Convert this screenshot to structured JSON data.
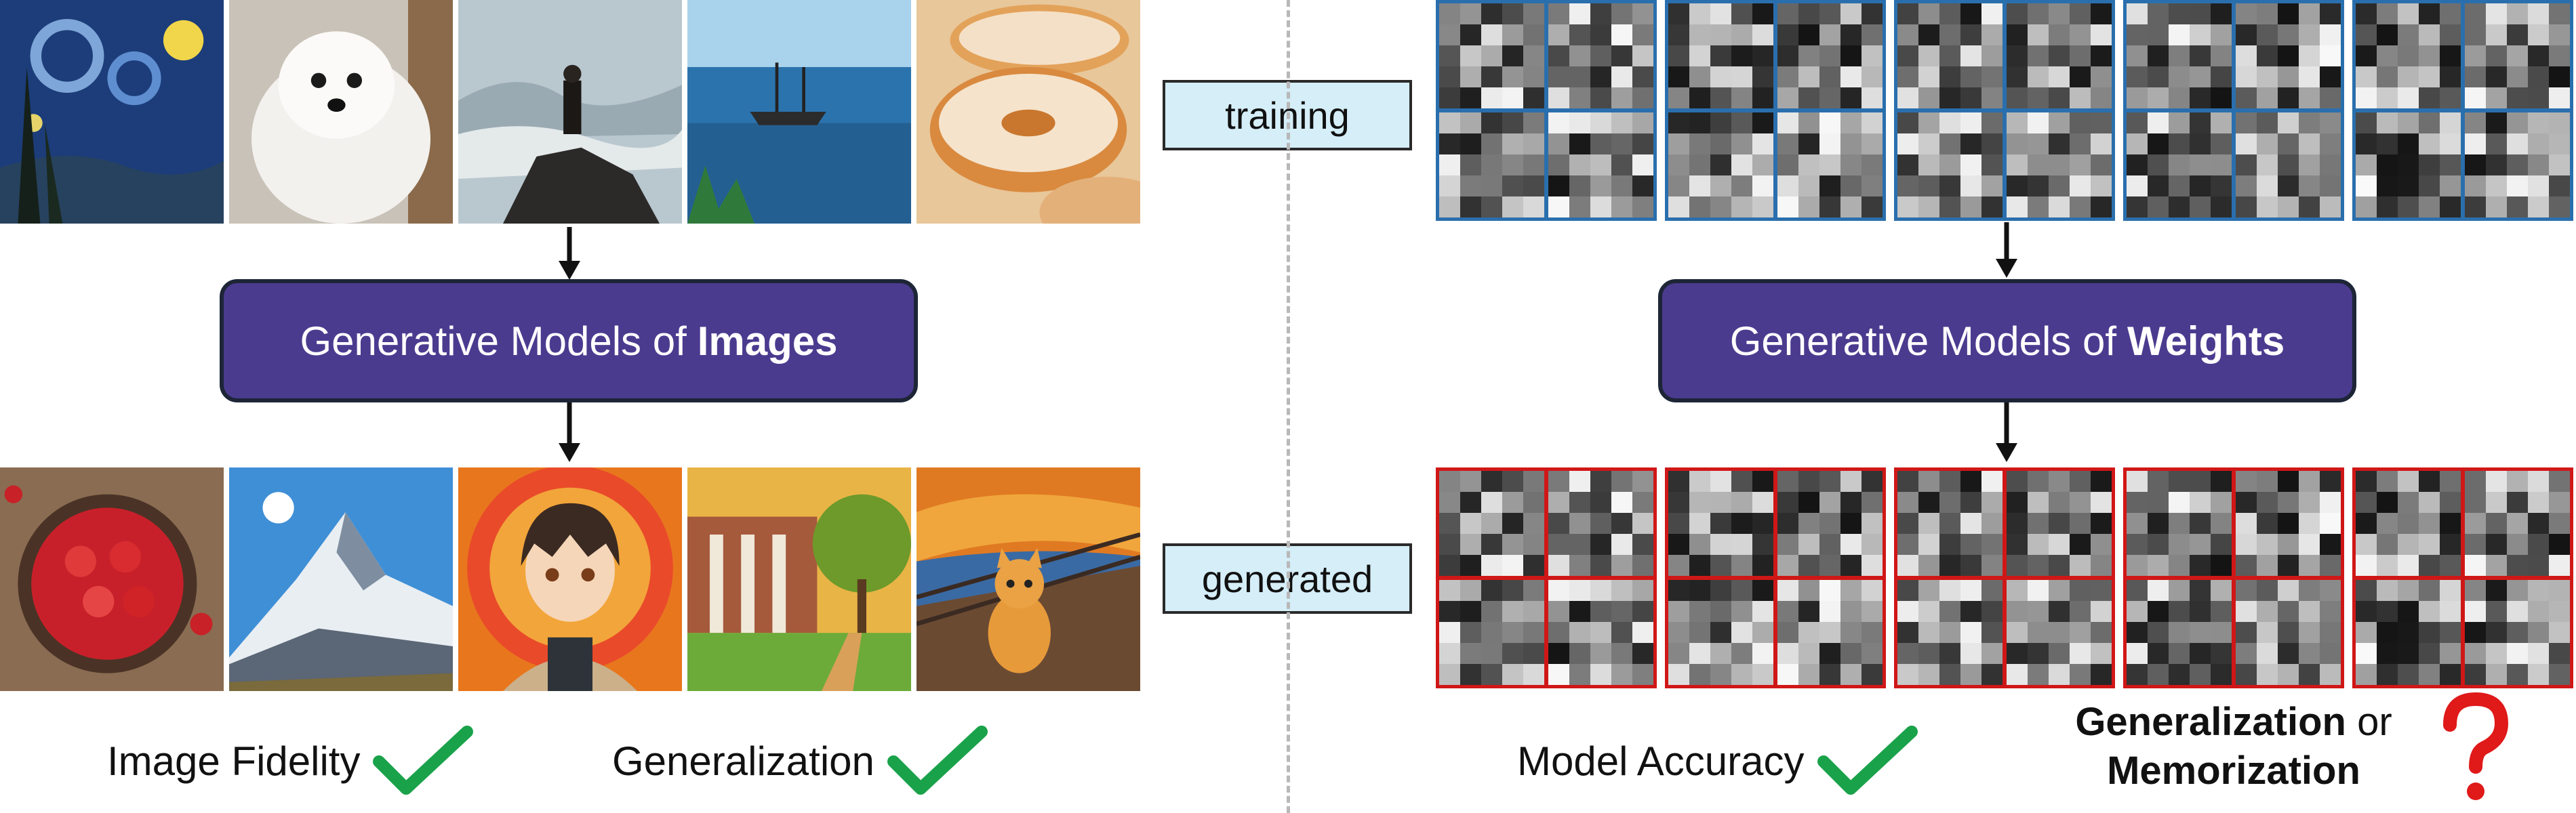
{
  "left": {
    "model_prefix": "Generative Models of",
    "model_bold": "Images",
    "captions": {
      "fidelity": "Image Fidelity",
      "generalization": "Generalization"
    }
  },
  "center": {
    "training_label": "training",
    "generated_label": "generated"
  },
  "right": {
    "model_prefix": "Generative Models of",
    "model_bold": "Weights",
    "captions": {
      "accuracy": "Model Accuracy",
      "generalization": "Generalization",
      "or": "or",
      "memorization": "Memorization"
    }
  },
  "icons": {
    "check": "check-mark-icon",
    "question": "question-mark-icon"
  },
  "colors": {
    "model_box": "#4b3b8f",
    "label_bg": "#d5eef8",
    "training_border": "#2a6fad",
    "generated_border": "#d01717",
    "check": "#1aa24a",
    "question": "#e01919"
  }
}
